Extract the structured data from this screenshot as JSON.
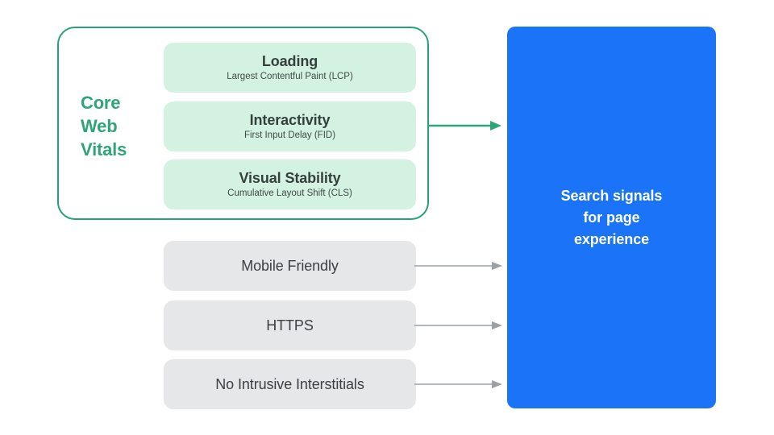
{
  "diagram": {
    "title": "Core Web Vitals and Search signals for page experience",
    "background_color": "#ffffff"
  },
  "core_web_vitals": {
    "group_label": "Core\nWeb\nVitals",
    "group_label_color": "#2ea578",
    "border_color": "#27a17a",
    "card_background": "#d4f2e1",
    "cards": [
      {
        "title": "Loading",
        "subtitle": "Largest Contentful Paint (LCP)",
        "abbr": "LCP"
      },
      {
        "title": "Interactivity",
        "subtitle": "First Input Delay (FID)",
        "abbr": "FID"
      },
      {
        "title": "Visual Stability",
        "subtitle": "Cumulative Layout Shift (CLS)",
        "abbr": "CLS"
      }
    ]
  },
  "other_signals": {
    "box_background": "#e6e7e8",
    "text_color": "#3c4043",
    "items": [
      {
        "label": "Mobile Friendly"
      },
      {
        "label": "HTTPS"
      },
      {
        "label": "No Intrusive Interstitials"
      }
    ]
  },
  "destination": {
    "label": "Search signals\nfor page\nexperience",
    "background_color": "#1b73f8",
    "text_color": "#ffffff"
  },
  "arrows": {
    "green_color": "#2ea578",
    "gray_color": "#9aa0a6",
    "green_count": 1,
    "gray_count": 3
  }
}
